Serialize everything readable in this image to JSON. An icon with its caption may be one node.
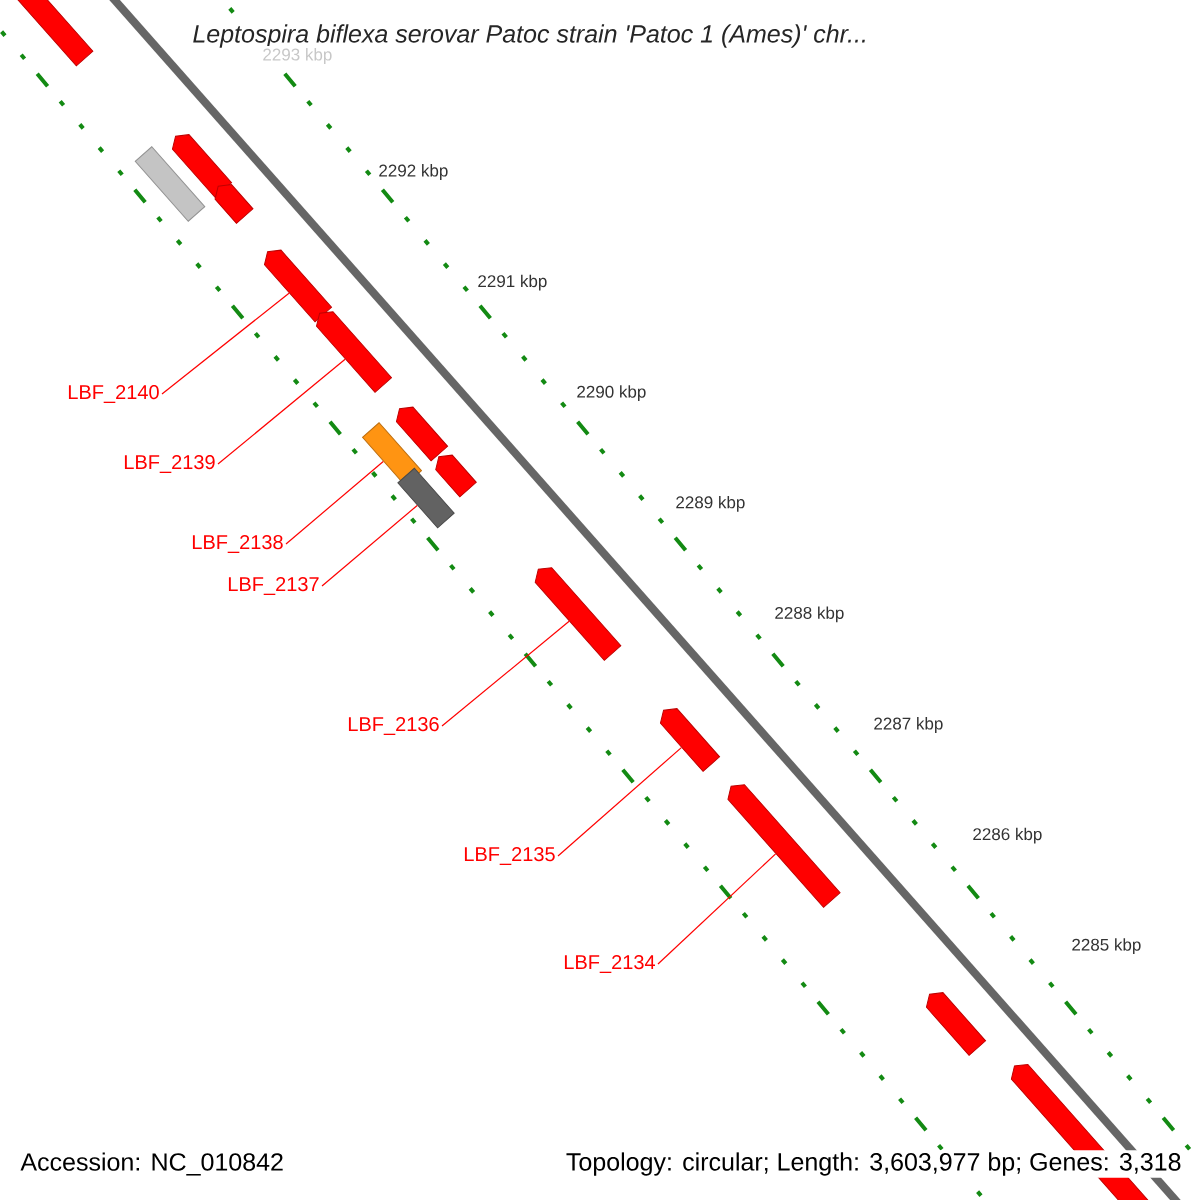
{
  "diagram": {
    "title": "Leptospira biflexa serovar Patoc strain 'Patoc 1 (Ames)' chr...",
    "nodes": [
      {
        "text": [
          "LBF_2140"
        ]
      },
      {
        "text": [
          "LBF_2139"
        ]
      },
      {
        "text": [
          "LBF_2138"
        ]
      },
      {
        "text": [
          "LBF_2137"
        ]
      },
      {
        "text": [
          "LBF_2136"
        ]
      },
      {
        "text": [
          "LBF_2135"
        ]
      },
      {
        "text": [
          "LBF_2134"
        ]
      },
      {
        "text": [],
        "shape": "pentagon"
      },
      {
        "text": [],
        "shape": "box"
      },
      {
        "text": [],
        "shape": "pentagon"
      },
      {
        "text": [],
        "shape": "pentagon"
      },
      {
        "text": [],
        "shape": "pentagon"
      },
      {
        "text": [],
        "shape": "pentagon"
      },
      {
        "text": [],
        "shape": "pentagon"
      },
      {
        "text": [],
        "shape": "box"
      },
      {
        "text": [],
        "shape": "pentagon"
      },
      {
        "text": [],
        "shape": "box"
      },
      {
        "text": [],
        "shape": "pentagon"
      },
      {
        "text": [],
        "shape": "pentagon"
      },
      {
        "text": [],
        "shape": "pentagon"
      },
      {
        "text": [],
        "shape": "pentagon"
      },
      {
        "text": [],
        "shape": "pentagon"
      }
    ],
    "edges": [
      {
        "from": 0,
        "to": 11,
        "arrow": "none"
      },
      {
        "from": 1,
        "to": 12,
        "arrow": "none"
      },
      {
        "from": 2,
        "to": 14,
        "arrow": "none"
      },
      {
        "from": 3,
        "to": 16,
        "arrow": "none"
      },
      {
        "from": 4,
        "to": 17,
        "arrow": "none"
      },
      {
        "from": 5,
        "to": 18,
        "arrow": "none"
      },
      {
        "from": 6,
        "to": 19,
        "arrow": "none"
      }
    ],
    "labels": [
      "2293 kbp",
      "2292 kbp",
      "2291 kbp",
      "2290 kbp",
      "2289 kbp",
      "2288 kbp",
      "2287 kbp",
      "2286 kbp",
      "2285 kbp",
      "Accession: NC_010842",
      "Topology: circular; Length: 3,603,977 bp; Genes: 3,318"
    ]
  }
}
